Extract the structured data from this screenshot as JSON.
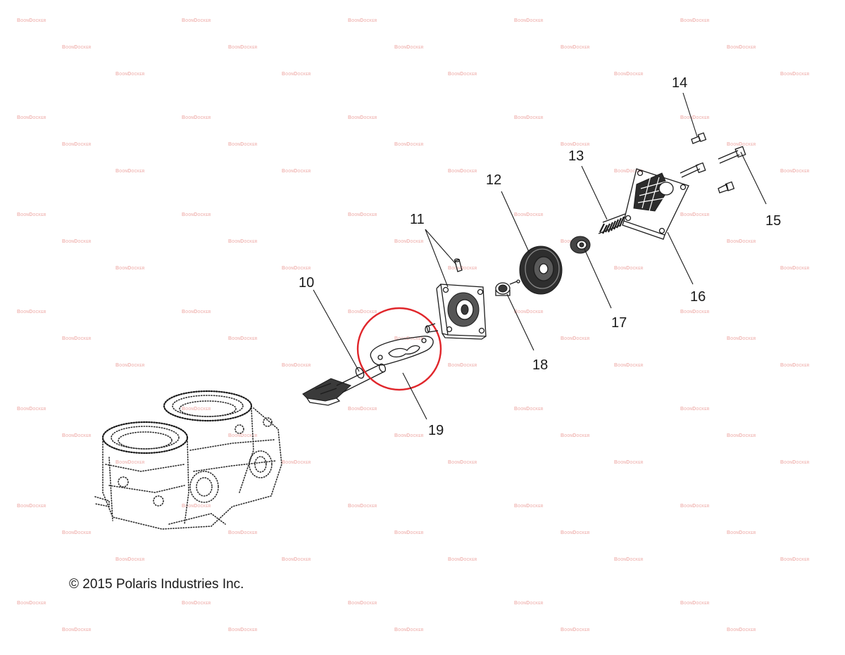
{
  "callouts": {
    "c10": "10",
    "c11": "11",
    "c12": "12",
    "c13": "13",
    "c14": "14",
    "c15": "15",
    "c16": "16",
    "c17": "17",
    "c18": "18",
    "c19": "19"
  },
  "copyright": "© 2015 Polaris Industries Inc.",
  "watermark": "BoonDocker",
  "colors": {
    "highlight_circle": "#e0262b",
    "watermark": "#f1b9b6",
    "line_art": "#1c1c1c"
  }
}
